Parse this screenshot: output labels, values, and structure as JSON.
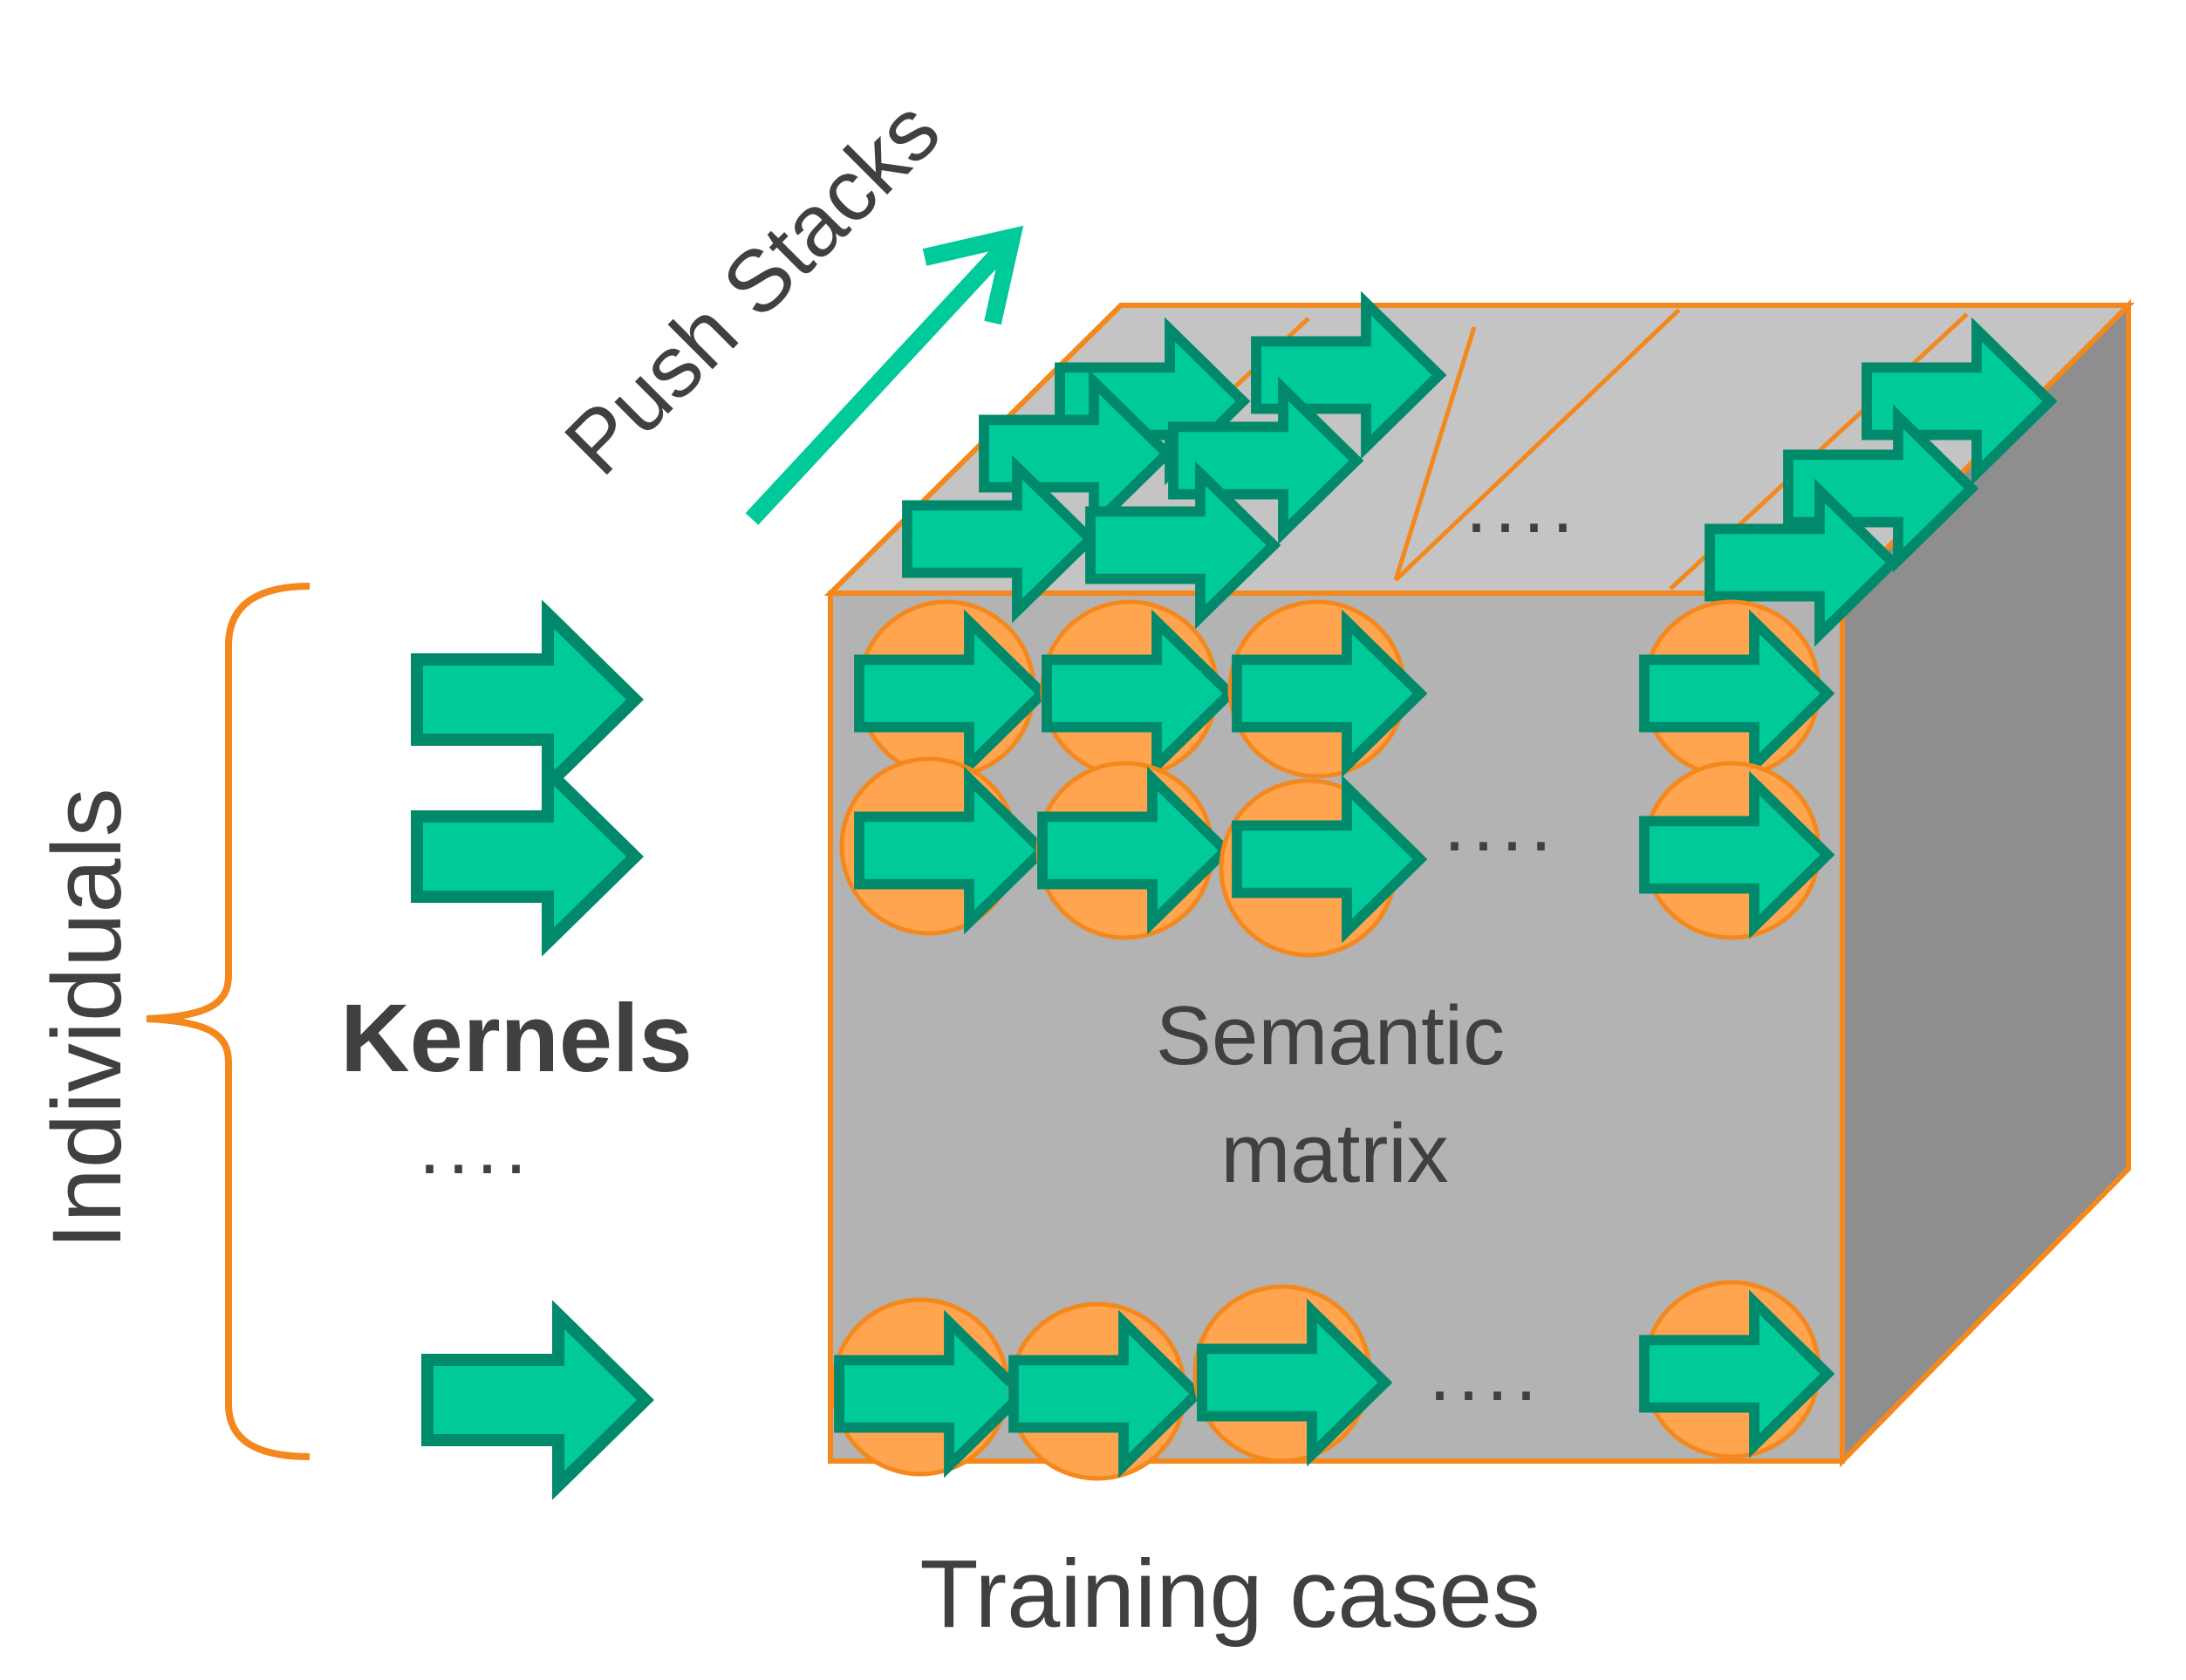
{
  "labels": {
    "push_stacks": "Push Stacks",
    "individuals": "Individuals",
    "kernels": "Kernels",
    "semantic": "Semantic",
    "matrix": "matrix",
    "training_cases": "Training cases",
    "ellipsis": "...."
  },
  "colors": {
    "arrow_fill": "#00C99A",
    "arrow_stroke": "#00896A",
    "circle_fill": "#FFA54F",
    "circle_stroke": "#F4881C",
    "cube_front": "#B3B3B3",
    "cube_top": "#C4C4C4",
    "cube_side": "#8E8E8E",
    "cube_edge": "#F4881C",
    "text": "#404040"
  },
  "structure": {
    "front_matrix_rows_shown": 3,
    "cells_per_row_before_ellipsis": 3,
    "cells_after_ellipsis": 1,
    "kernel_arrows_shown": 3,
    "stack_columns_shown": 3
  }
}
